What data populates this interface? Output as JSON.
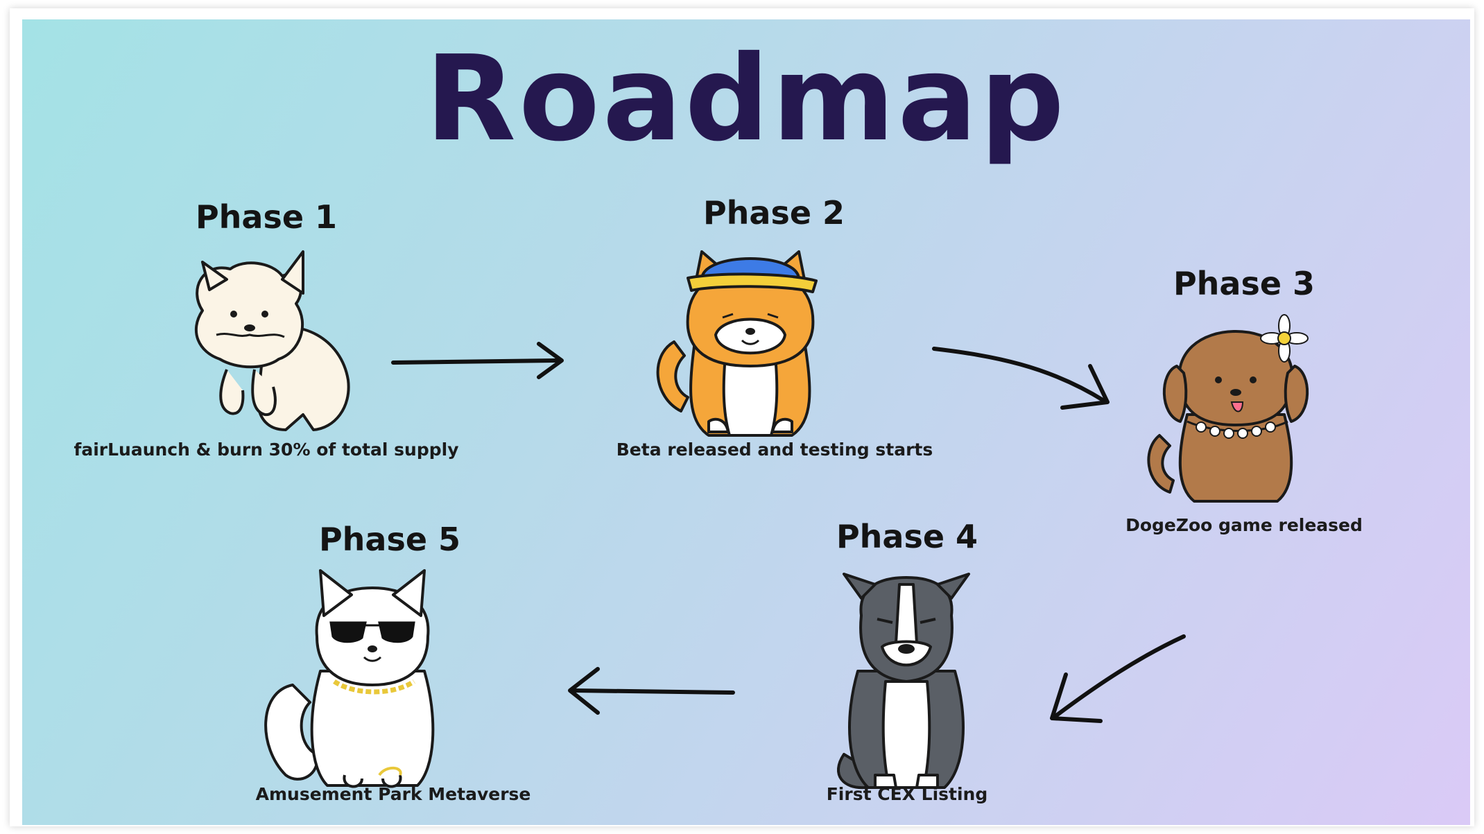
{
  "title": "Roadmap",
  "colors": {
    "title": "#25184f",
    "background_start": "#a4e2e6",
    "background_end": "#dacaf6",
    "arrow": "#111111"
  },
  "phases": [
    {
      "heading": "Phase 1",
      "caption": "fairLuaunch & burn 30% of total supply",
      "icon": "shih-tzu-dog-icon"
    },
    {
      "heading": "Phase 2",
      "caption": "Beta released and testing starts",
      "icon": "shiba-dog-cap-icon"
    },
    {
      "heading": "Phase 3",
      "caption": "DogeZoo game released",
      "icon": "poodle-flower-icon"
    },
    {
      "heading": "Phase 4",
      "caption": "First CEX Listing",
      "icon": "pitbull-dog-icon"
    },
    {
      "heading": "Phase 5",
      "caption": "Amusement Park Metaverse",
      "icon": "white-cat-sunglasses-icon"
    }
  ]
}
